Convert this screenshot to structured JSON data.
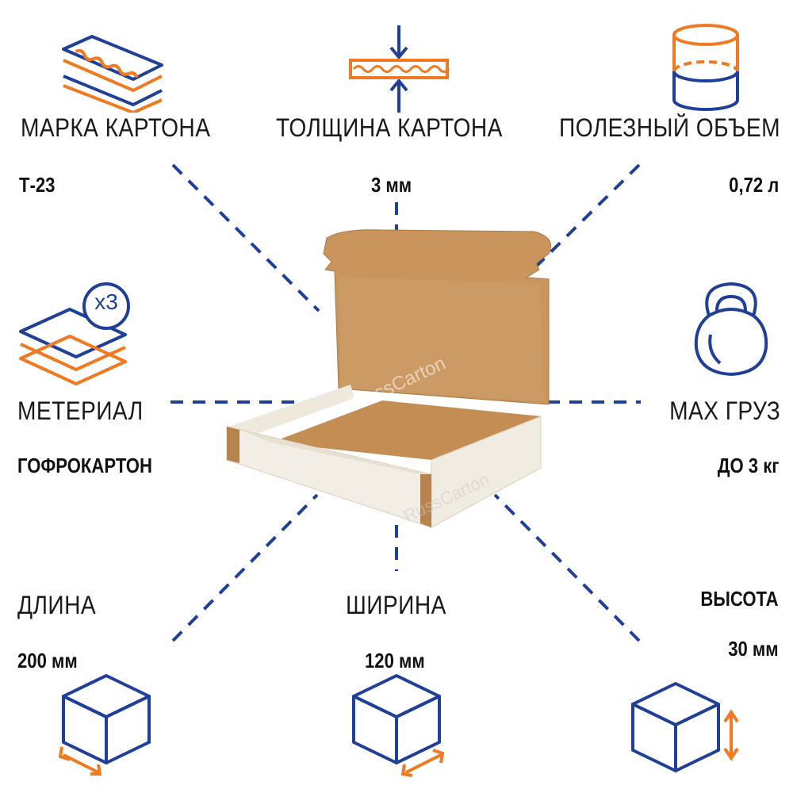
{
  "colors": {
    "blue": "#1f3f99",
    "orange": "#f07a22",
    "cardboard": "#c9955d",
    "white_board": "#f1ece2"
  },
  "specs": {
    "brand": {
      "label": "МАРКА КАРТОНА",
      "value": "Т-23",
      "icon": "layered-board-icon"
    },
    "thickness": {
      "label": "ТОЛЩИНА КАРТОНА",
      "value": "3 мм",
      "icon": "thickness-arrows-icon"
    },
    "volume": {
      "label": "ПОЛЕЗНЫЙ ОБЪЕМ",
      "value": "0,72 л",
      "icon": "cylinder-volume-icon"
    },
    "material": {
      "label": "МЕТЕРИАЛ",
      "value": "ГОФРОКАРТОН",
      "icon": "layers-x3-icon",
      "badge": "x3"
    },
    "max_load": {
      "label": "МАХ ГРУЗ",
      "value": "ДО 3 кг",
      "icon": "kettlebell-icon"
    },
    "length": {
      "label": "ДЛИНА",
      "value": "200 мм",
      "icon": "cube-length-icon"
    },
    "width": {
      "label": "ШИРИНА",
      "value": "120 мм",
      "icon": "cube-width-icon"
    },
    "height": {
      "label": "ВЫСОТА",
      "value": "30 мм",
      "icon": "cube-height-icon"
    }
  },
  "watermark": "RussCarton"
}
